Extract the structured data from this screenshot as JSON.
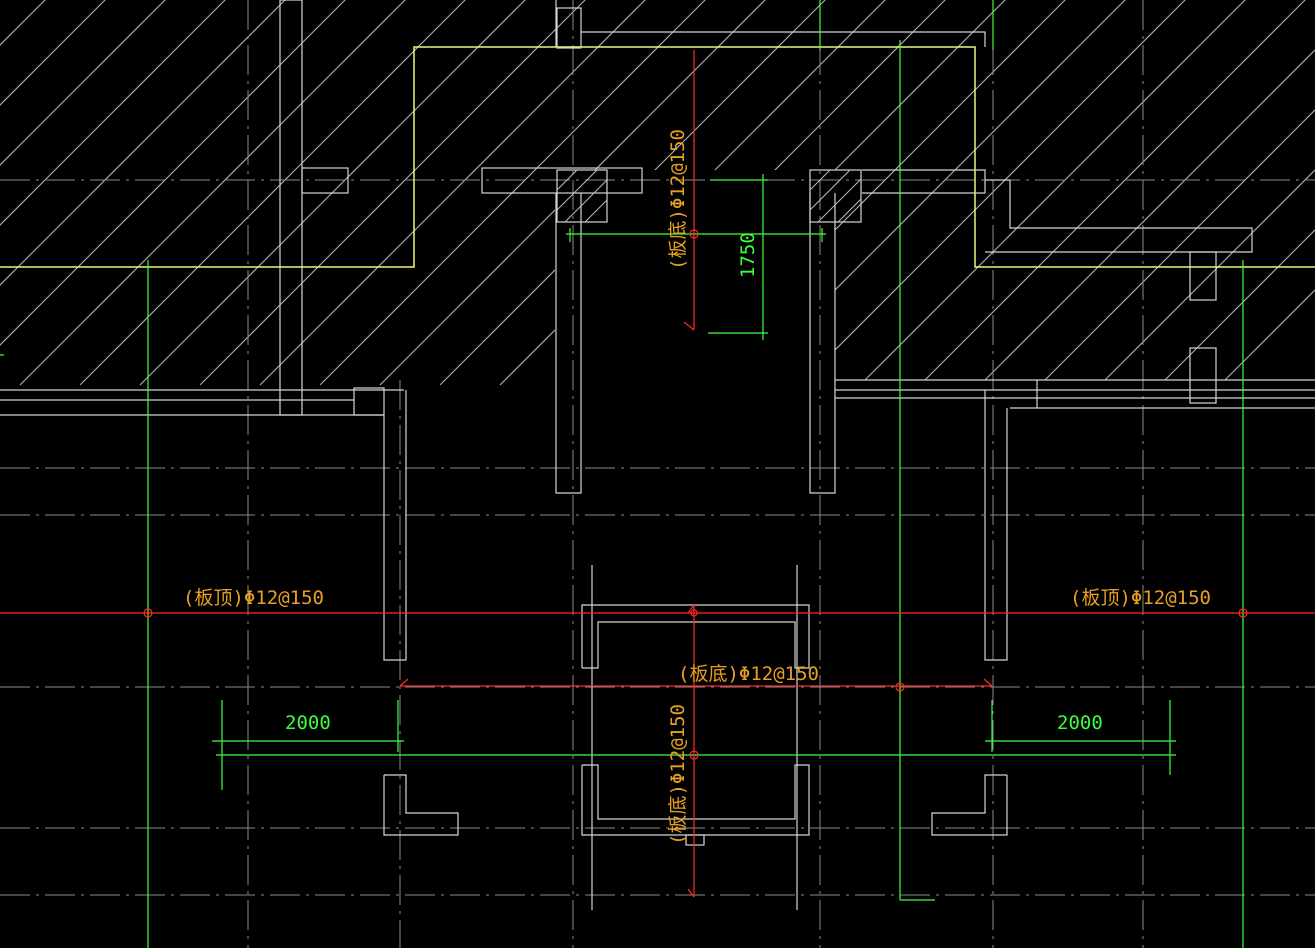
{
  "drawing": {
    "title": "",
    "colors": {
      "background": "#000000",
      "wall": "#d4d4d4",
      "grid": "#8a8a8a",
      "hatch": "#bdbdbd",
      "slab_outline": "#f2f27a",
      "dimension": "#3cff3c",
      "rebar": "#ff2a2a",
      "rebar_label": "#e8a020"
    },
    "rebar_labels": {
      "left_top": "(板顶)Φ12@150",
      "right_top": "(板顶)Φ12@150",
      "center_bottom_h": "(板底)Φ12@150",
      "upper_bottom_v": "(板底)Φ12@150",
      "lower_bottom_v": "(板底)Φ12@150"
    },
    "dimensions": {
      "upper_span": "1750",
      "left_ext": "2000",
      "right_ext": "2000"
    }
  }
}
